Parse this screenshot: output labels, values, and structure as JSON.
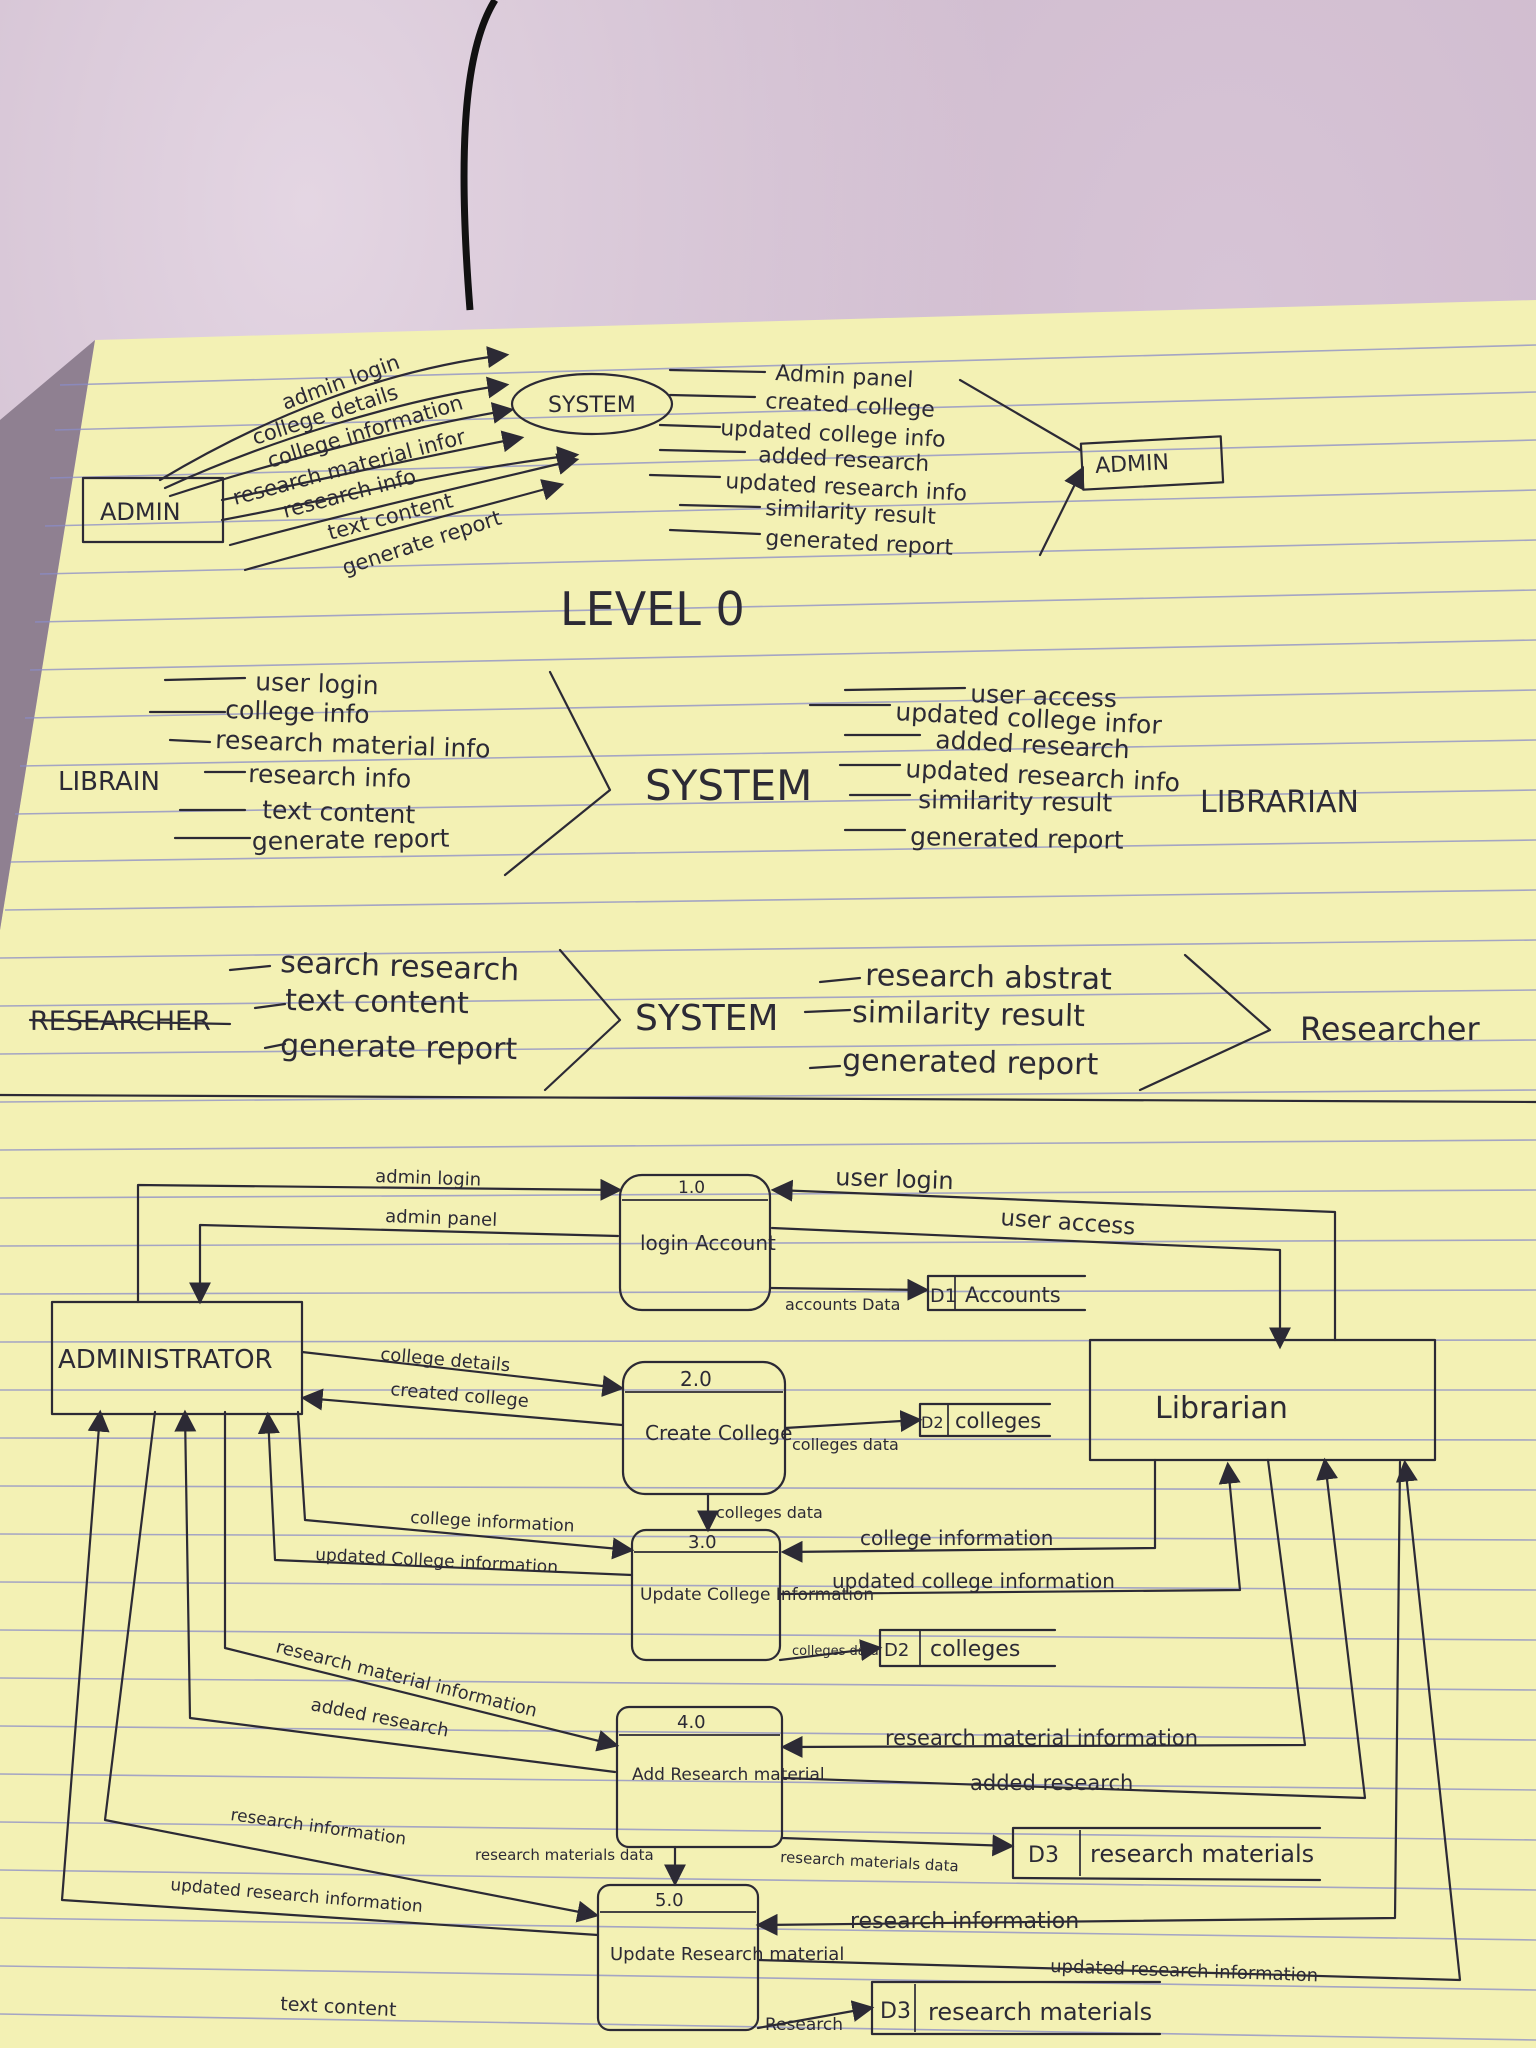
{
  "level0": {
    "heading": "LEVEL 0",
    "admin_block": {
      "source": "ADMIN",
      "system": "SYSTEM",
      "sink": "ADMIN",
      "inputs": [
        "admin login",
        "college details",
        "college information",
        "research material infor",
        "research info",
        "text content",
        "generate report"
      ],
      "outputs": [
        "Admin panel",
        "created college",
        "updated college info",
        "added research",
        "updated research info",
        "similarity result",
        "generated report"
      ]
    },
    "librarian_block": {
      "source": "LIBRAIN",
      "system": "SYSTEM",
      "sink": "LIBRARIAN",
      "inputs": [
        "user login",
        "college info",
        "research material info",
        "research info",
        "text content",
        "generate report"
      ],
      "outputs": [
        "user access",
        "updated college infor",
        "added research",
        "updated research info",
        "similarity result",
        "generated report"
      ]
    },
    "researcher_block": {
      "source": "RESEARCHER",
      "system": "SYSTEM",
      "sink": "Researcher",
      "inputs": [
        "search research",
        "text content",
        "generate report"
      ],
      "outputs": [
        "research abstrat",
        "similarity result",
        "generated report"
      ]
    }
  },
  "level1": {
    "entities": {
      "administrator": "ADMINISTRATOR",
      "librarian": "Librarian"
    },
    "processes": [
      {
        "id": "1.0",
        "name": "login Account"
      },
      {
        "id": "2.0",
        "name": "Create College"
      },
      {
        "id": "3.0",
        "name": "Update College Information"
      },
      {
        "id": "4.0",
        "name": "Add Research material"
      },
      {
        "id": "5.0",
        "name": "Update Research material"
      }
    ],
    "stores": [
      {
        "id": "D1",
        "name": "Accounts"
      },
      {
        "id": "D2",
        "name": "colleges"
      },
      {
        "id": "D2",
        "name": "colleges"
      },
      {
        "id": "D3",
        "name": "research materials"
      },
      {
        "id": "D3",
        "name": "research materials"
      }
    ],
    "flows": {
      "admin_login": "admin login",
      "admin_panel": "admin panel",
      "user_login": "user login",
      "user_access": "user access",
      "accounts_data": "accounts Data",
      "college_details": "college details",
      "created_college": "created college",
      "colleges_data_1": "colleges data",
      "colleges_data_2": "colleges data",
      "college_information_admin": "college information",
      "updated_college_info_admin": "updated College information",
      "college_information_lib": "college information",
      "updated_college_info_lib": "updated college information",
      "colleges_data_3": "colleges data",
      "research_material_info_admin": "research material information",
      "added_research_admin": "added research",
      "research_material_info_lib": "research material information",
      "added_research_lib": "added research",
      "research_materials_data_1": "research materials data",
      "research_materials_data_2": "research materials data",
      "research_information_admin": "research information",
      "updated_research_info_admin": "updated research information",
      "research_information_lib": "research information",
      "updated_research_info_lib": "updated research information",
      "text_content": "text content",
      "research": "Research"
    }
  }
}
